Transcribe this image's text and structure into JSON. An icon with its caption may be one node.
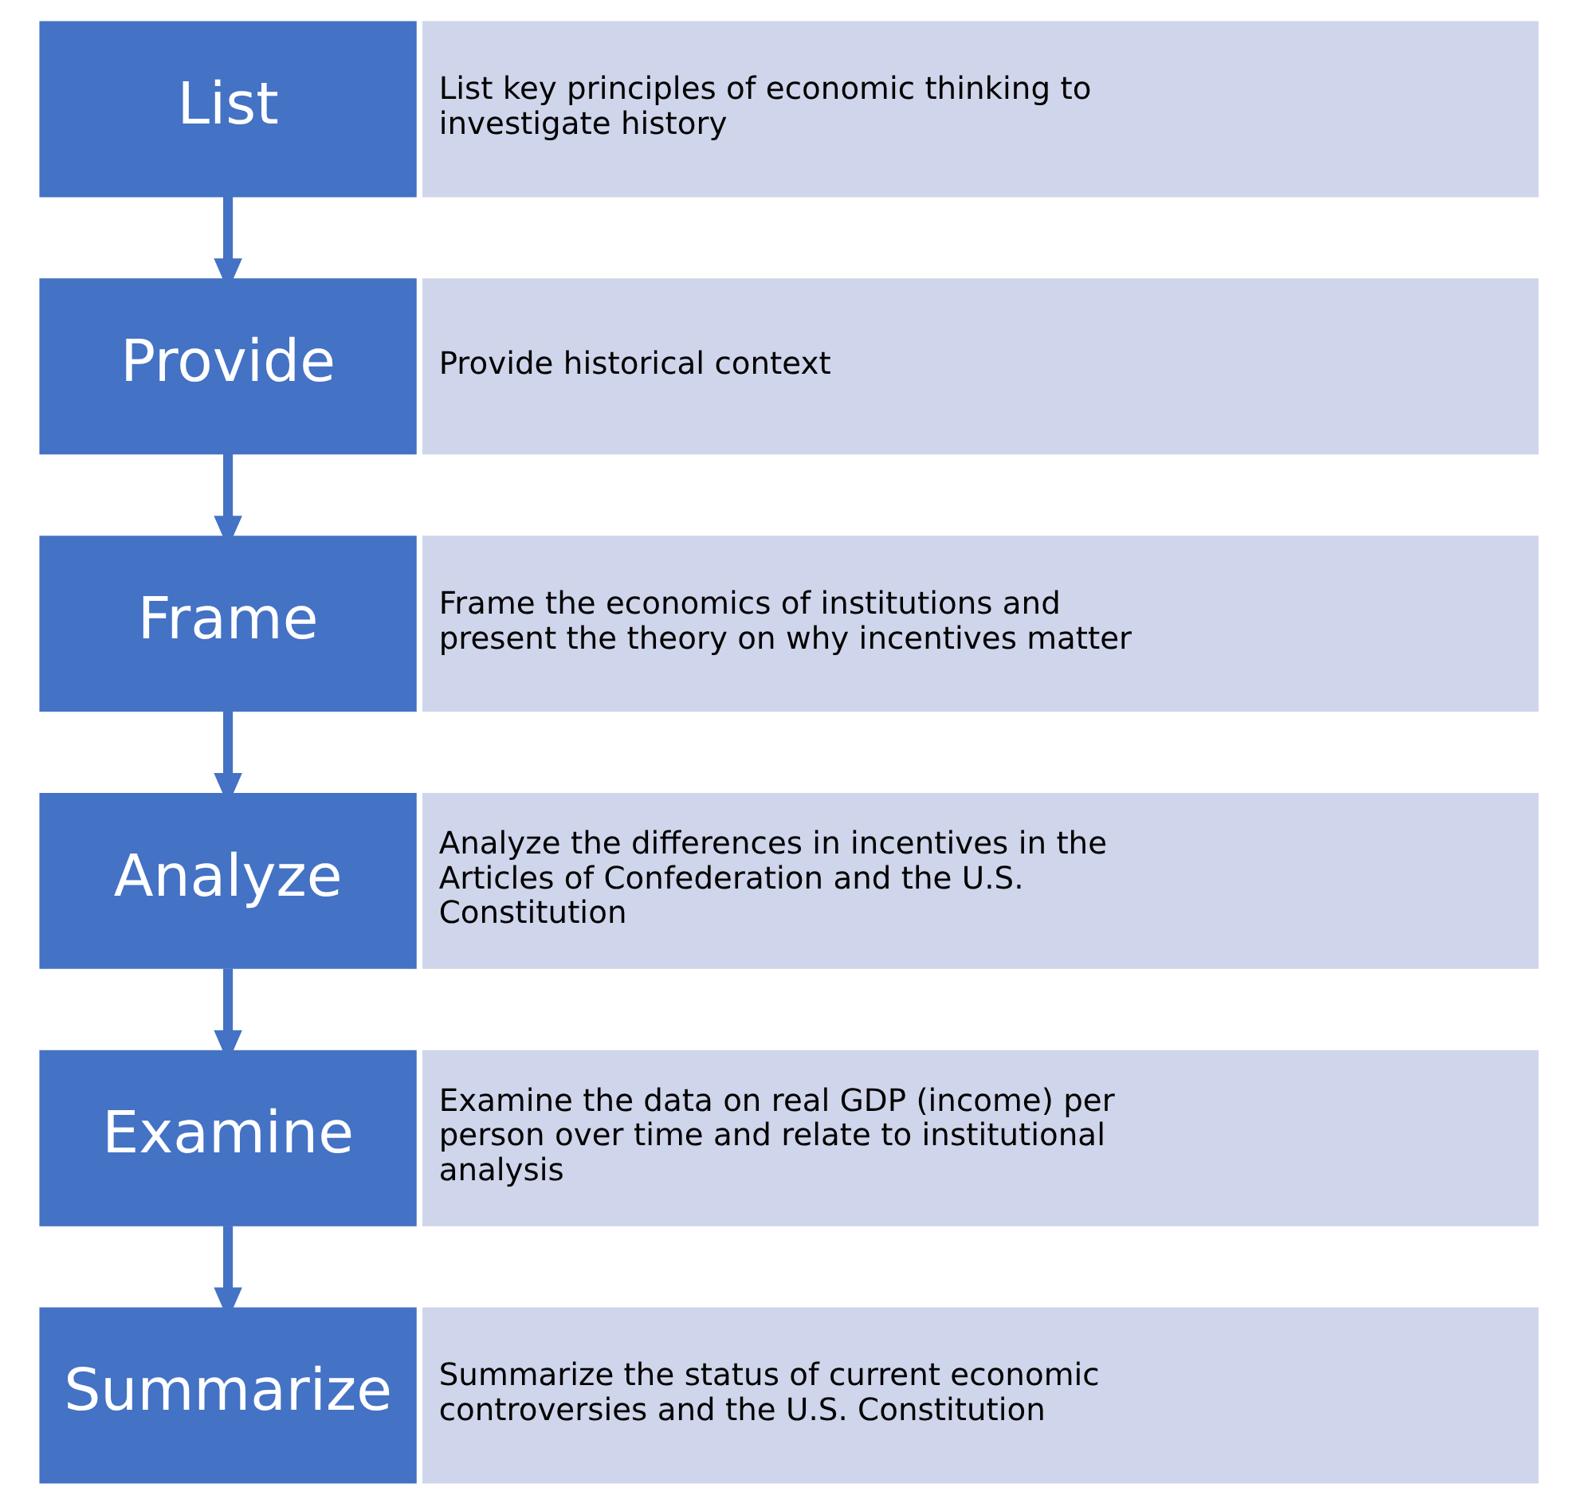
{
  "diagram": {
    "nodes": [
      {
        "text": [
          "List"
        ]
      },
      {
        "text": [
          "List key principles of economic thinking to investigate history"
        ]
      },
      {
        "text": [
          "Provide"
        ]
      },
      {
        "text": [
          "Provide historical context"
        ]
      },
      {
        "text": [
          "Frame"
        ]
      },
      {
        "text": [
          "Frame the economics of institutions and present the theory on why incentives matter"
        ]
      },
      {
        "text": [
          "Analyze"
        ]
      },
      {
        "text": [
          "Analyze the differences in incentives in the Articles of Confederation and the U.S. Constitution"
        ]
      },
      {
        "text": [
          "Examine"
        ]
      },
      {
        "text": [
          "Examine the data on real GDP (income) per person over time and relate to institutional analysis"
        ]
      },
      {
        "text": [
          "Summarize"
        ]
      },
      {
        "text": [
          "Summarize the status of current economic controversies and the U.S. Constitution"
        ]
      }
    ],
    "edges": [
      {
        "from": 0,
        "to": 2,
        "arrow": "to"
      },
      {
        "from": 2,
        "to": 4,
        "arrow": "to"
      },
      {
        "from": 4,
        "to": 6,
        "arrow": "to"
      },
      {
        "from": 6,
        "to": 8,
        "arrow": "to"
      },
      {
        "from": 8,
        "to": 10,
        "arrow": "to"
      }
    ]
  }
}
